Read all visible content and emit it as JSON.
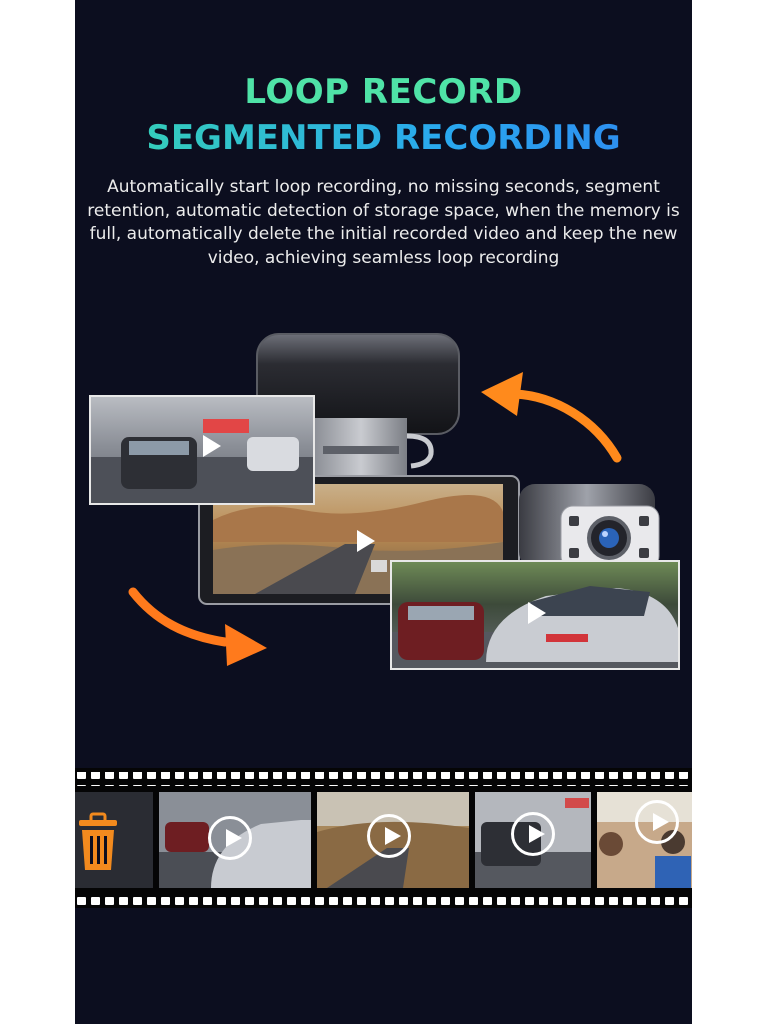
{
  "heading": {
    "line1": "LOOP RECORD",
    "line2": "SEGMENTED RECORDING"
  },
  "description": "Automatically start loop recording, no missing seconds, segment retention, automatic detection of storage space, when the memory is full, automatically delete the initial recorded video and keep the new video, achieving seamless loop recording",
  "icons": {
    "arrow_top": "curved-arrow-icon",
    "arrow_bottom": "curved-arrow-icon",
    "trash": "trash-icon",
    "play": "play-icon"
  },
  "colors": {
    "background": "#0c0e1f",
    "title_green": "#4fe3a7",
    "title_blue": "#2fb3f0",
    "arrow_orange": "#ff8a1c",
    "trash_orange": "#f28a1e"
  }
}
